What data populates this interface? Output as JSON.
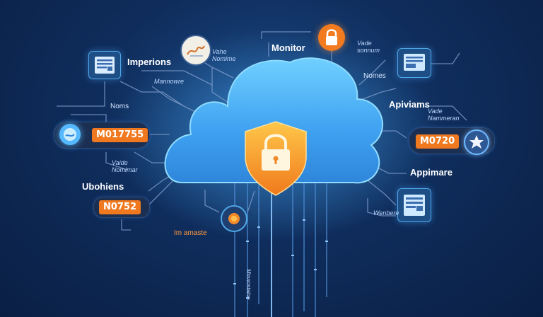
{
  "labels": {
    "monitor": "Monitor",
    "impressions": "Imperions",
    "apivisams": "Apiviams",
    "ubohiens": "Ubohiens",
    "appimare": "Appimare",
    "im_amaste": "Im amaste",
    "nomes_left": "Noms",
    "nomes_right": "Nomes",
    "mannowre": "Mannowre",
    "vahe_top_left": "Vahe\nNomime",
    "vahe_top_right": "Vade\nsonnum",
    "vade_right": "Vade\nNammeran",
    "vaide_left": "Vaide\nNomimar",
    "wenber": "Wenbere",
    "vertical_stream": "Mmnostaine"
  },
  "codes": {
    "left_top": "M017755",
    "left_bottom": "N0752",
    "right": "M0720"
  },
  "icons": {
    "center": "padlock-shield-icon",
    "top": "padlock-icon",
    "top_left": "signature-icon",
    "left_top_square": "document-card-icon",
    "left_circle": "water-drop-icon",
    "right_square": "monitor-card-icon",
    "right_circle": "star-icon",
    "right_bottom_square": "server-card-icon",
    "bottom_small": "sun-icon"
  },
  "colors": {
    "background": "#0f2d5c",
    "cloud": "#3fa9f5",
    "accent_orange": "#f0791f",
    "line": "#7f9ccc"
  }
}
